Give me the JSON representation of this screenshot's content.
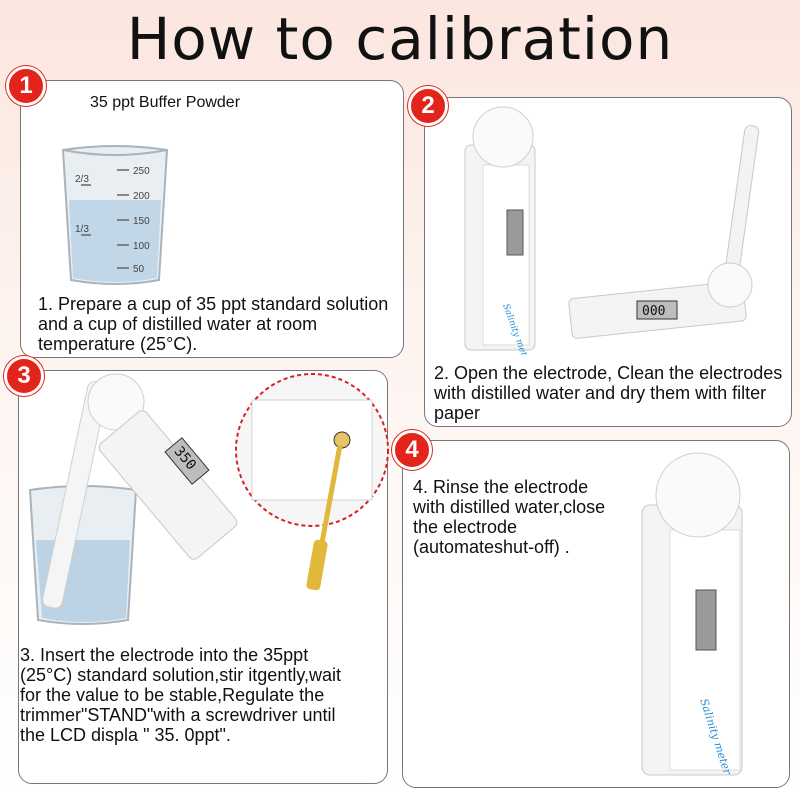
{
  "title": "How to calibration",
  "steps": [
    {
      "badge": "1",
      "label": "35 ppt Buffer Powder",
      "text": "1.  Prepare a cup of 35 ppt standard solution and a cup of distilled water at room temperature (25°C)."
    },
    {
      "badge": "2",
      "text": "2.  Open the electrode, Clean the electrodes with distilled water and dry them with filter paper",
      "lcd": "000"
    },
    {
      "badge": "3",
      "text": "3.  Insert the electrode into the 35ppt (25°C) standard solution,stir itgently,wait for the value to be stable,Regulate the trimmer\"STAND\"with a screwdriver until the LCD displa  \" 35. 0ppt\".",
      "lcd": "350"
    },
    {
      "badge": "4",
      "text": "4. Rinse the electrode with distilled water,close the electrode (automateshut-off) ."
    }
  ],
  "beaker_marks": [
    "250",
    "200",
    "150",
    "100",
    "50",
    "2/3",
    "1/3"
  ],
  "device_brand": "Salinity meter",
  "colors": {
    "badge": "#e3241b",
    "accent_text": "#2a8fd6",
    "screwdriver": "#e0b83a"
  }
}
